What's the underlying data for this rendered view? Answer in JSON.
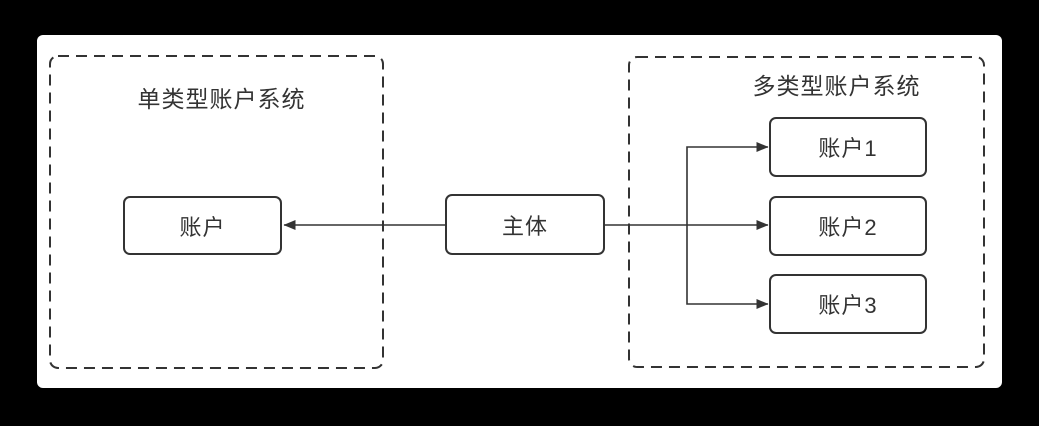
{
  "colors": {
    "background": "#000000",
    "card": "#ffffff",
    "stroke": "#333333",
    "text": "#333333"
  },
  "diagram": {
    "left_group": {
      "title": "单类型账户系统",
      "nodes": [
        {
          "label": "账户"
        }
      ]
    },
    "subject_node": {
      "label": "主体"
    },
    "right_group": {
      "title": "多类型账户系统",
      "nodes": [
        {
          "label": "账户1"
        },
        {
          "label": "账户2"
        },
        {
          "label": "账户3"
        }
      ]
    }
  }
}
